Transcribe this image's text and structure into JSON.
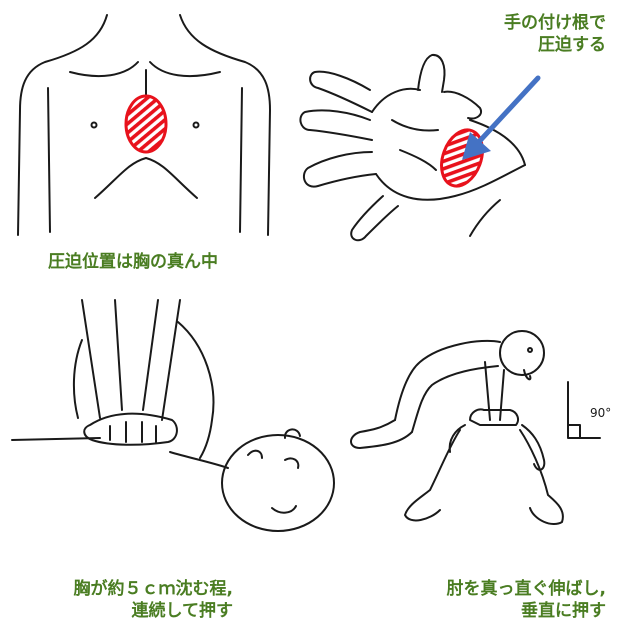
{
  "captions": {
    "position": "圧迫位置は胸の真ん中",
    "palm_line1": "手の付け根で",
    "palm_line2": "圧迫する",
    "depth_line1": "胸が約５ｃｍ沈む程,",
    "depth_line2": "連続して押す",
    "arms_line1": "肘を真っ直ぐ伸ばし,",
    "arms_line2": "垂直に押す",
    "angle": "90°"
  },
  "colors": {
    "caption": "#4a7d22",
    "target_marker": "#e8121c",
    "arrow": "#4472c4",
    "ink": "#1a1a1a"
  }
}
